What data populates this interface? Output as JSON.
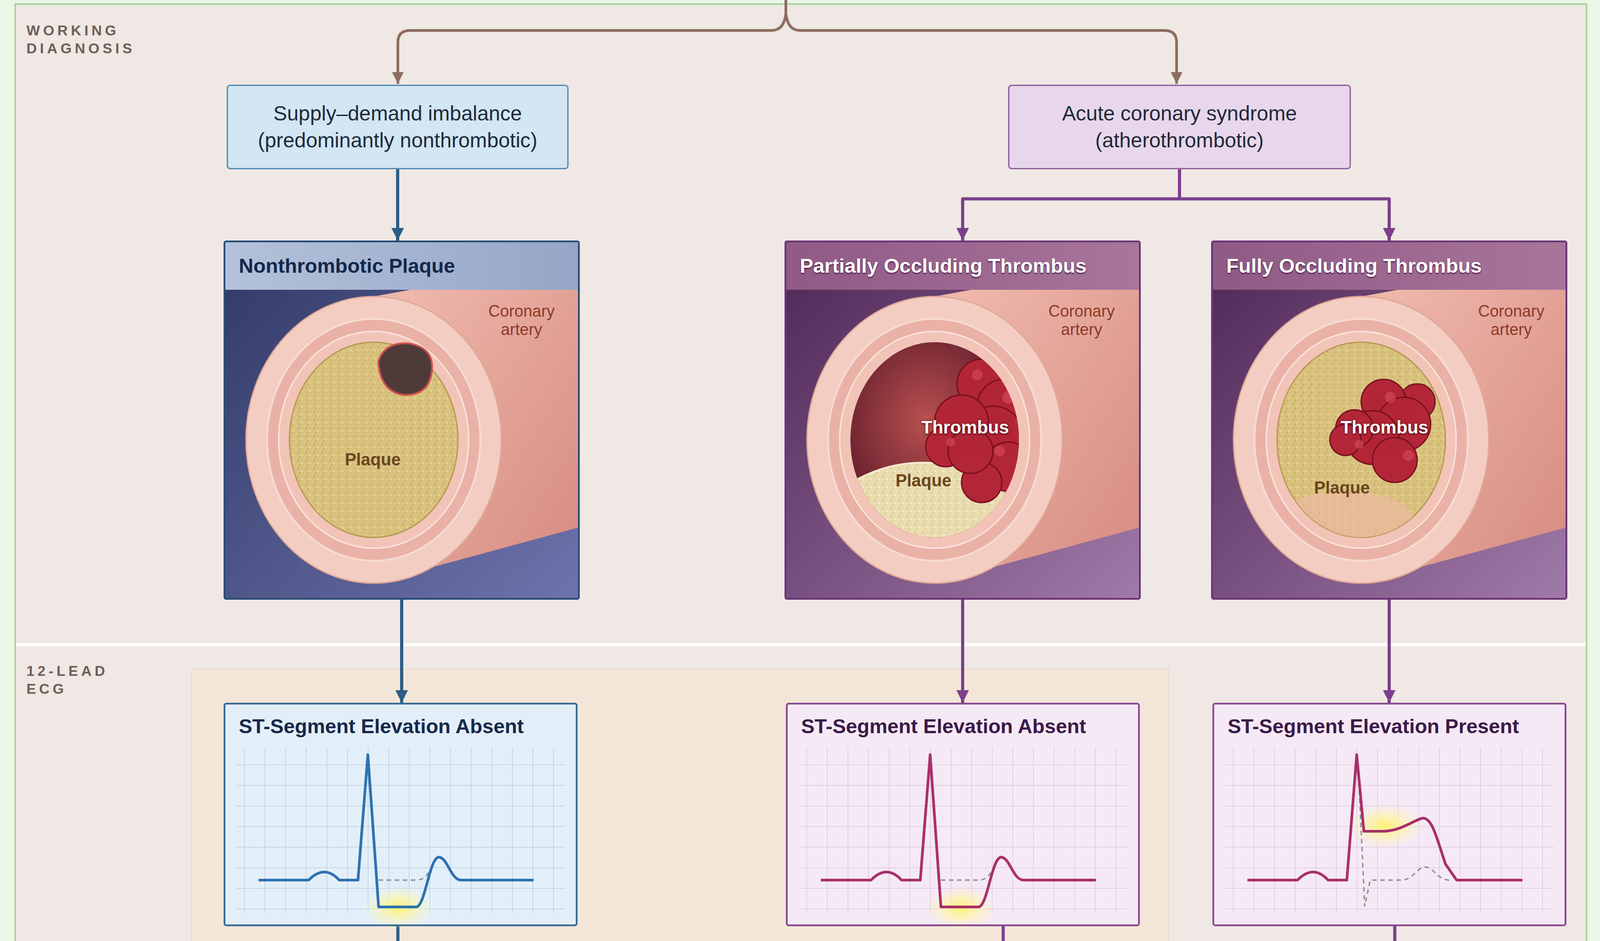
{
  "diagram": {
    "nodes": [
      {
        "text": [
          "Supply–demand imbalance (predominantly nonthrombotic)"
        ]
      },
      {
        "text": [
          "Acute coronary syndrome (atherothrombotic)"
        ]
      },
      {
        "text": [
          "Nonthrombotic Plaque",
          "Coronary artery",
          "Plaque"
        ]
      },
      {
        "text": [
          "Partially Occluding Thrombus",
          "Coronary artery",
          "Thrombus",
          "Plaque"
        ]
      },
      {
        "text": [
          "Fully Occluding Thrombus",
          "Coronary artery",
          "Thrombus",
          "Plaque"
        ]
      },
      {
        "text": [
          "ST-Segment Elevation Absent"
        ]
      },
      {
        "text": [
          "ST-Segment Elevation Absent"
        ]
      },
      {
        "text": [
          "ST-Segment Elevation Present"
        ]
      }
    ],
    "edges": [
      {
        "from": 0,
        "to": 2,
        "arrow": "to"
      },
      {
        "from": 1,
        "to": 3,
        "arrow": "to"
      },
      {
        "from": 1,
        "to": 4,
        "arrow": "to"
      },
      {
        "from": 2,
        "to": 5,
        "arrow": "to"
      },
      {
        "from": 3,
        "to": 6,
        "arrow": "to"
      },
      {
        "from": 4,
        "to": 7,
        "arrow": "to"
      }
    ],
    "labels": [
      "WORKING DIAGNOSIS",
      "12-LEAD ECG"
    ]
  }
}
